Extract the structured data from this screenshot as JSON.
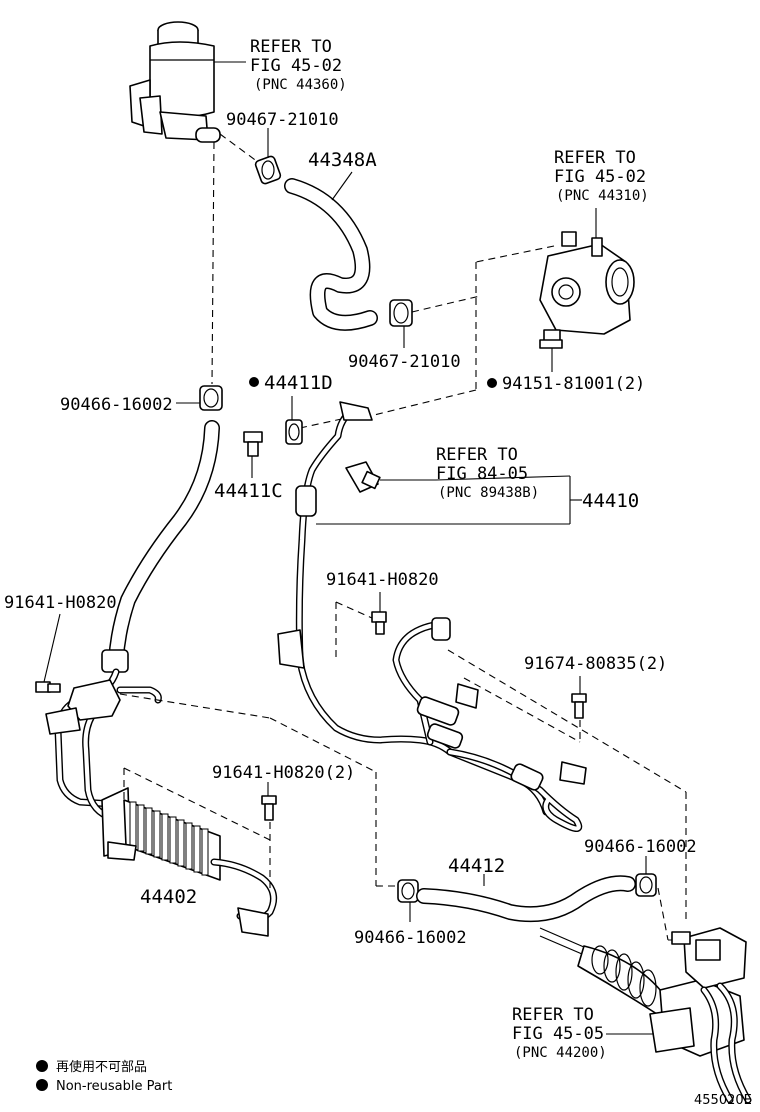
{
  "labels": {
    "refer_tank": {
      "line1": "REFER TO",
      "line2": "FIG 45-02",
      "line3": "(PNC 44360)"
    },
    "refer_pump": {
      "line1": "REFER TO",
      "line2": "FIG 45-02",
      "line3": "(PNC 44310)"
    },
    "refer_switch": {
      "line1": "REFER TO",
      "line2": "FIG 84-05",
      "line3": "(PNC 89438B)"
    },
    "refer_rack": {
      "line1": "REFER TO",
      "line2": "FIG 45-05",
      "line3": "(PNC 44200)"
    },
    "clip_tank": "90467-21010",
    "hose_return_upper": "44348A",
    "clip_pump": "90467-21010",
    "bolt_pump": "94151-81001(2)",
    "gasket_d": "44411D",
    "union_c": "44411C",
    "clip_return_left": "90466-16002",
    "pressure_tube": "44410",
    "bolt_mid": "91641-H0820",
    "bolt_left": "91641-H0820",
    "bolt_rack": "91674-80835(2)",
    "bolt_cooler": "91641-H0820(2)",
    "clip_rack_right": "90466-16002",
    "hose_lower": "44412",
    "clip_lower_left": "90466-16002",
    "cooler": "44402",
    "footer_code": "455020E"
  },
  "legend": {
    "line1": "再使用不可部品",
    "line2": "Non-reusable Part"
  },
  "colors": {
    "ink": "#000000",
    "paper": "#ffffff"
  }
}
